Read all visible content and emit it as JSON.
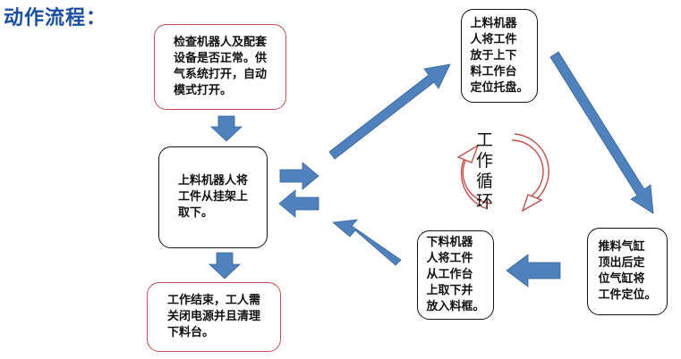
{
  "title": "动作流程：",
  "steps": {
    "check": "检查机器人及配套\n设备是否正常。供\n气系统打开，自动\n模式打开。",
    "pick": "上料机器人将\n工件从挂架上\n取下。",
    "place": "上料机器\n人将工件\n放于上下\n料工作台\n定位托盘。",
    "push": "推料气缸\n顶出后定\n位气缸将\n工件定位。",
    "unload": "下料机器\n人将工件\n从工作台\n上取下并\n放入料框。",
    "finish": "工作结束，工人需\n关闭电源并且清理\n下料台。"
  },
  "cycle": [
    "工",
    "作",
    "循",
    "环"
  ],
  "colors": {
    "arrow": "#4f81bd",
    "arrow_edge": "#3a6496",
    "title": "#1a4fa0",
    "red_border": "#c0504d"
  }
}
